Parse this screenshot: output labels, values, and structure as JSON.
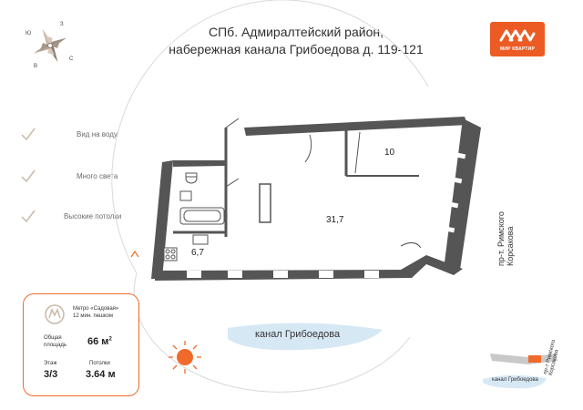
{
  "header": {
    "title_line1": "СПб. Адмиралтейский район,",
    "title_line2": "набережная канала Грибоедова д. 119-121"
  },
  "brand": {
    "name": "МИР КВАРТИР",
    "color": "#ec5b24"
  },
  "compass": {
    "n": "З",
    "w": "Ю",
    "e": "С",
    "s": "В"
  },
  "features": [
    {
      "label": "Вид на воду",
      "icon": "check-icon"
    },
    {
      "label": "Много света",
      "icon": "check-icon"
    },
    {
      "label": "Высокие потолки",
      "icon": "check-icon"
    }
  ],
  "rooms": {
    "main": "31,7",
    "small": "10",
    "kitchen": "6,7"
  },
  "info": {
    "metro_line1": "Метро «Садовая»",
    "metro_line2": "12 мин. пешком",
    "area_label_line1": "Общая",
    "area_label_line2": "площадь",
    "area_value": "66 м",
    "area_sup": "2",
    "floor_label": "Этаж",
    "floor_value": "3/3",
    "ceiling_label": "Потолки",
    "ceiling_value": "3.64 м"
  },
  "canal": "канал Грибоедова",
  "street": "пр-т. Римского Корсакова",
  "mini": {
    "street": "пр-т Римского Корсакова",
    "canal": "канал Грибоедова"
  },
  "colors": {
    "accent": "#f06a2a",
    "wall": "#555555",
    "water": "#d7e8f5"
  }
}
